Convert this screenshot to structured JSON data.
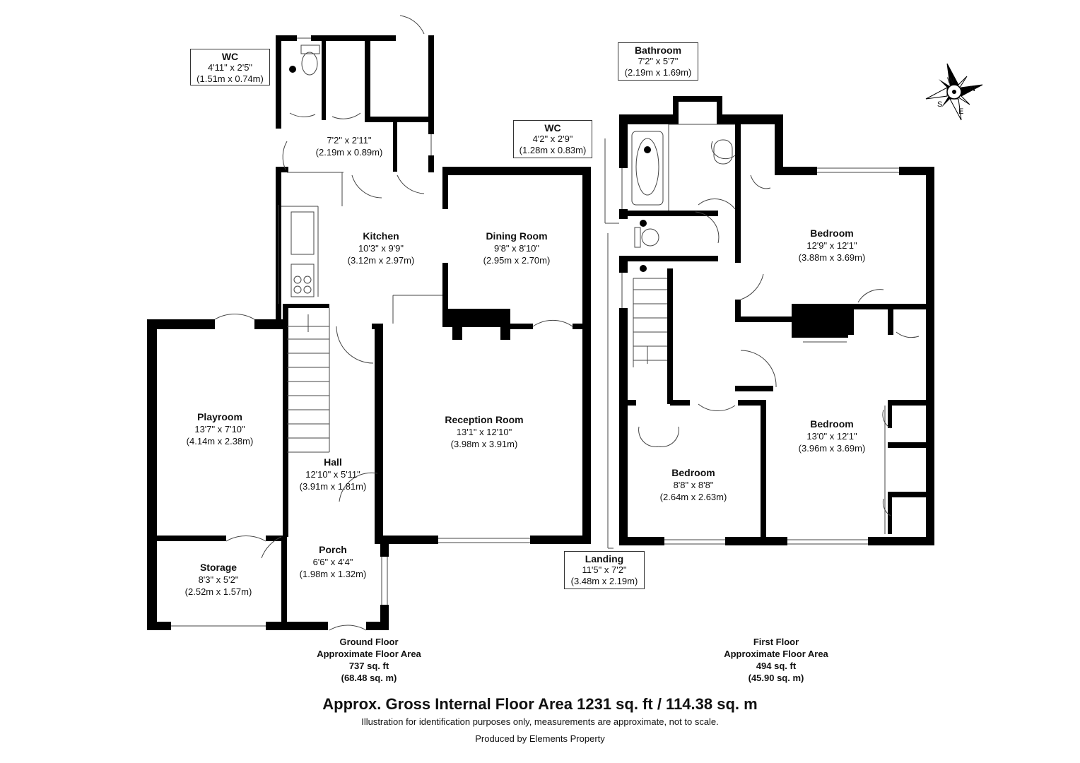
{
  "rooms_ground": {
    "wc": {
      "name": "WC",
      "imperial": "4'11\" x 2'5\"",
      "metric": "(1.51m x 0.74m)"
    },
    "store_passage": {
      "imperial": "7'2\" x 2'11\"",
      "metric": "(2.19m x 0.89m)"
    },
    "kitchen": {
      "name": "Kitchen",
      "imperial": "10'3\" x 9'9\"",
      "metric": "(3.12m x 2.97m)"
    },
    "dining": {
      "name": "Dining Room",
      "imperial": "9'8\" x 8'10\"",
      "metric": "(2.95m x 2.70m)"
    },
    "playroom": {
      "name": "Playroom",
      "imperial": "13'7\" x 7'10\"",
      "metric": "(4.14m x 2.38m)"
    },
    "reception": {
      "name": "Reception Room",
      "imperial": "13'1\" x 12'10\"",
      "metric": "(3.98m x 3.91m)"
    },
    "hall": {
      "name": "Hall",
      "imperial": "12'10\" x 5'11\"",
      "metric": "(3.91m x 1.81m)"
    },
    "porch": {
      "name": "Porch",
      "imperial": "6'6\" x 4'4\"",
      "metric": "(1.98m x 1.32m)"
    },
    "storage": {
      "name": "Storage",
      "imperial": "8'3\" x 5'2\"",
      "metric": "(2.52m x 1.57m)"
    }
  },
  "rooms_first": {
    "bathroom": {
      "name": "Bathroom",
      "imperial": "7'2\" x 5'7\"",
      "metric": "(2.19m x 1.69m)"
    },
    "wc": {
      "name": "WC",
      "imperial": "4'2\" x 2'9\"",
      "metric": "(1.28m x 0.83m)"
    },
    "bedroom1": {
      "name": "Bedroom",
      "imperial": "12'9\" x 12'1\"",
      "metric": "(3.88m x 3.69m)"
    },
    "bedroom2": {
      "name": "Bedroom",
      "imperial": "13'0\" x 12'1\"",
      "metric": "(3.96m x 3.69m)"
    },
    "bedroom3": {
      "name": "Bedroom",
      "imperial": "8'8\" x 8'8\"",
      "metric": "(2.64m x 2.63m)"
    },
    "landing": {
      "name": "Landing",
      "imperial": "11'5\" x 7'2\"",
      "metric": "(3.48m x 2.19m)"
    }
  },
  "ground_floor": {
    "title": "Ground Floor",
    "subtitle": "Approximate Floor Area",
    "sqft": "737 sq. ft",
    "sqm": "(68.48 sq. m)"
  },
  "first_floor": {
    "title": "First Floor",
    "subtitle": "Approximate Floor Area",
    "sqft": "494 sq. ft",
    "sqm": "(45.90 sq. m)"
  },
  "gross": "Approx. Gross Internal Floor Area 1231 sq. ft / 114.38 sq. m",
  "disclaimer": "Illustration for identification purposes only, measurements are approximate, not to scale.",
  "producer": "Produced by Elements Property",
  "compass": {
    "n": "N",
    "e": "E",
    "s": "S",
    "w": "W"
  },
  "colors": {
    "wall": "#000000",
    "line": "#444444",
    "background": "#ffffff"
  }
}
